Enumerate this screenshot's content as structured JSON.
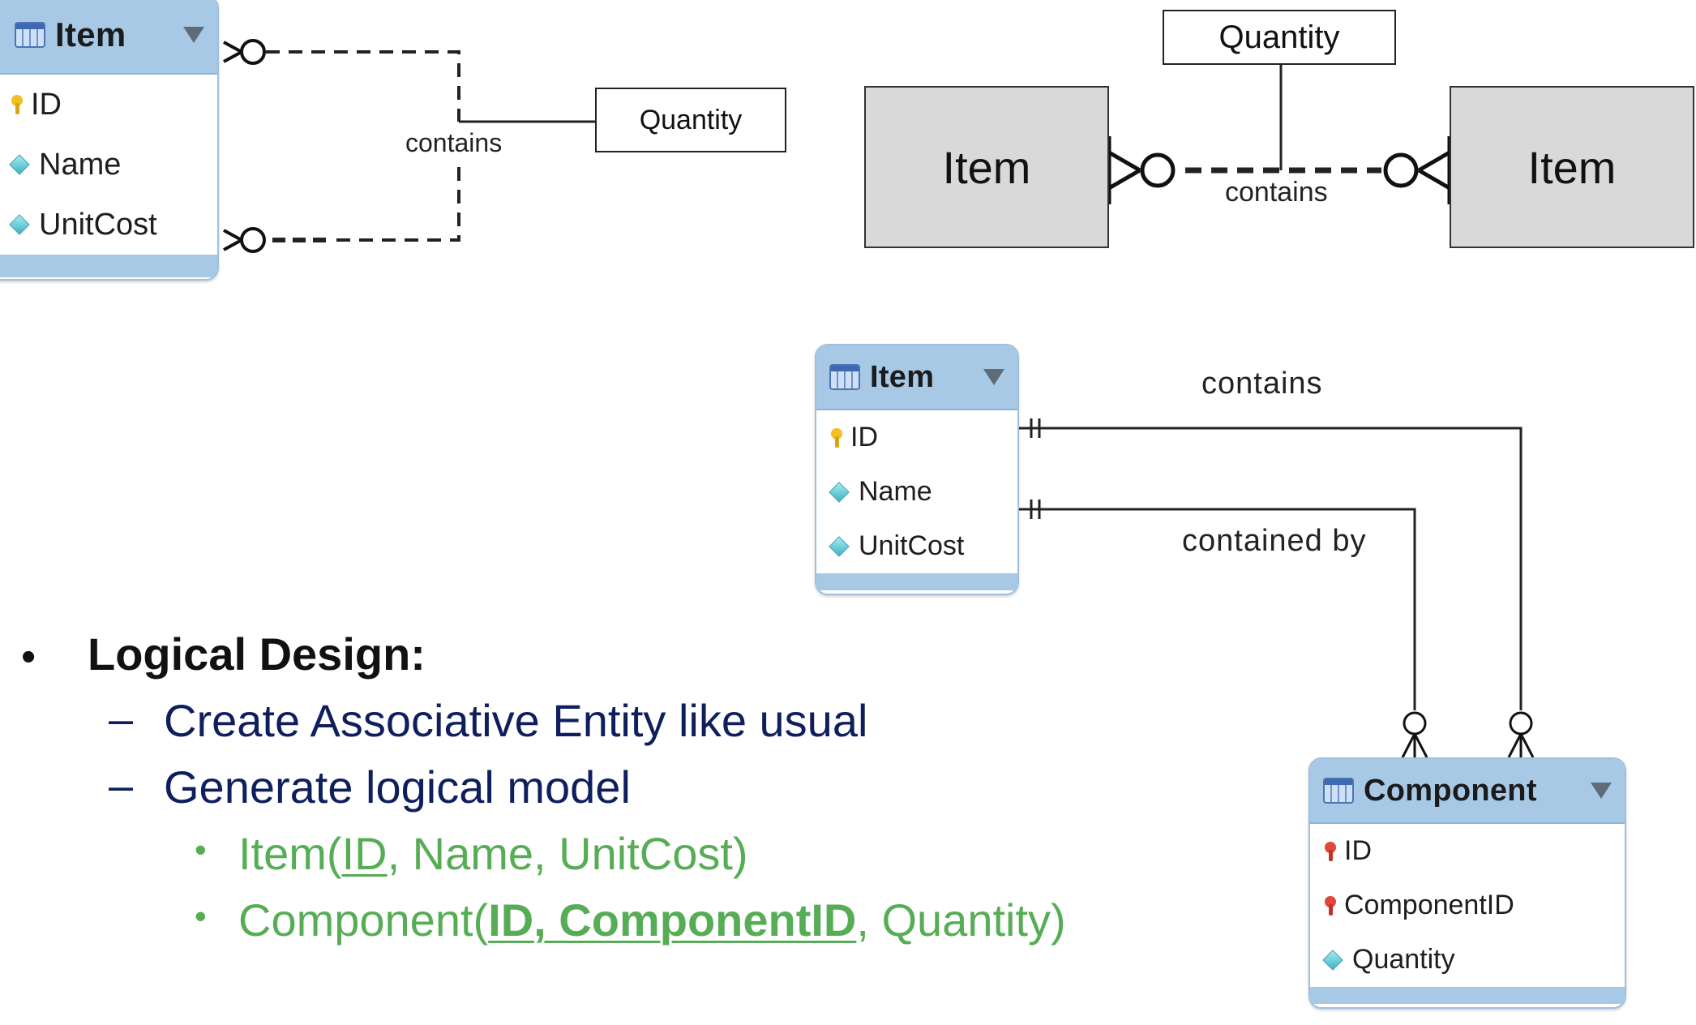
{
  "diagram1": {
    "table": {
      "title": "Item",
      "rows": [
        {
          "name": "ID",
          "kind": "primary-key"
        },
        {
          "name": "Name",
          "kind": "attribute"
        },
        {
          "name": "UnitCost",
          "kind": "attribute"
        }
      ]
    },
    "relationship_label": "contains",
    "attribute_label": "Quantity"
  },
  "diagram2": {
    "left_entity": "Item",
    "right_entity": "Item",
    "relationship_label": "contains",
    "attribute_label": "Quantity"
  },
  "diagram3": {
    "item_table": {
      "title": "Item",
      "rows": [
        {
          "name": "ID",
          "kind": "primary-key"
        },
        {
          "name": "Name",
          "kind": "attribute"
        },
        {
          "name": "UnitCost",
          "kind": "attribute"
        }
      ]
    },
    "component_table": {
      "title": "Component",
      "rows": [
        {
          "name": "ID",
          "kind": "foreign-key"
        },
        {
          "name": "ComponentID",
          "kind": "foreign-key"
        },
        {
          "name": "Quantity",
          "kind": "attribute"
        }
      ]
    },
    "rel1_label": "contains",
    "rel2_label": "contained by"
  },
  "bullets": {
    "heading": "Logical Design:",
    "sub1": "Create Associative Entity like usual",
    "sub2": "Generate logical model",
    "item_schema": {
      "prefix": "Item(",
      "key": "ID",
      "rest": ", Name, UnitCost)"
    },
    "component_schema": {
      "prefix": "Component(",
      "key": "ID, ComponentID",
      "rest": ", Quantity)"
    }
  },
  "colors": {
    "table_header": "#a8c9e6",
    "entity_fill": "#d9d9d9",
    "subbullet_text": "#0f1f5e",
    "schema_text": "#57ad55"
  }
}
